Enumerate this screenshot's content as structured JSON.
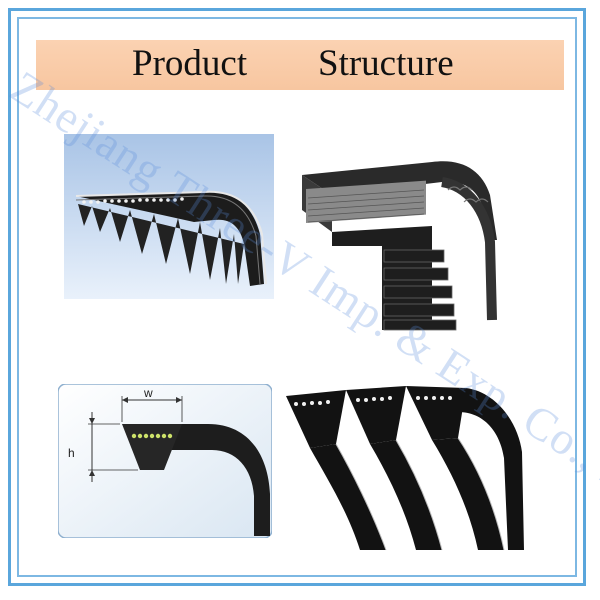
{
  "title": {
    "word1": "Product",
    "word2": "Structure"
  },
  "watermark": "Zhejiang Three-V Imp. & Exp. Co., Ltd",
  "diagram": {
    "width_label": "w",
    "height_label": "h"
  },
  "colors": {
    "frame": "#5aa6dc",
    "title_band": "#f8c9a6",
    "belt": "#1a1a1a",
    "cord": "#cde26a"
  }
}
